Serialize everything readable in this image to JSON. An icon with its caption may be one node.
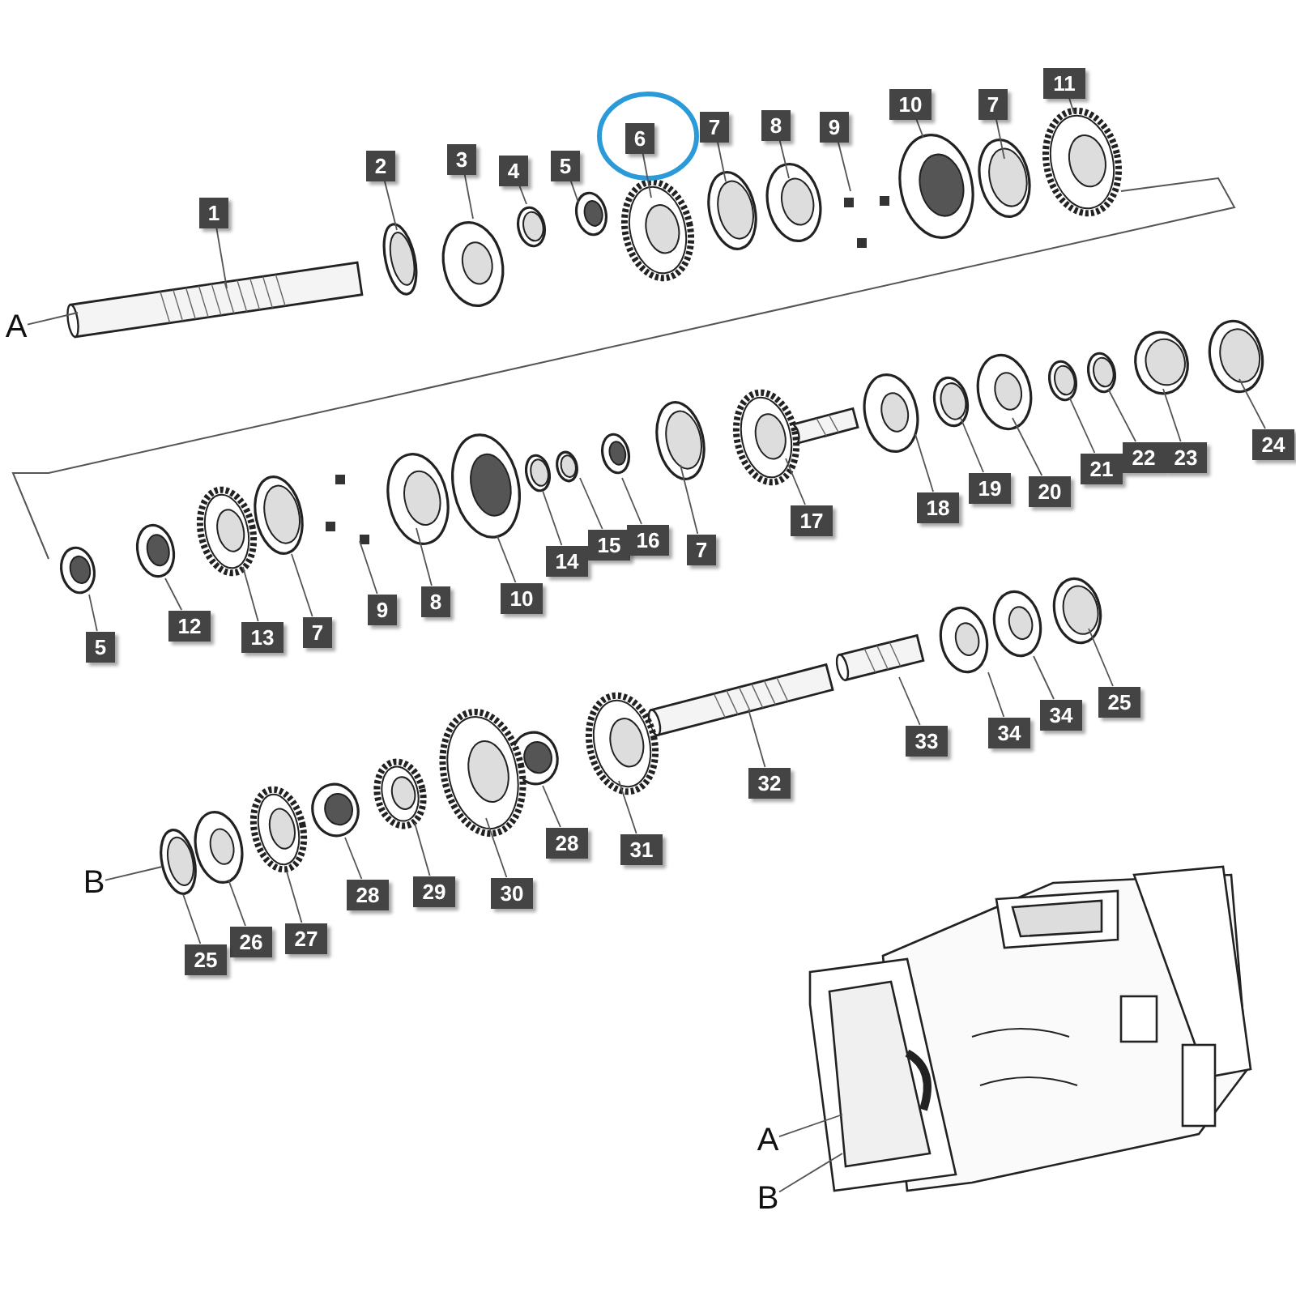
{
  "diagram": {
    "nodes": [
      {
        "text": [
          "1"
        ]
      },
      {
        "text": [
          "2"
        ]
      },
      {
        "text": [
          "3"
        ]
      },
      {
        "text": [
          "4"
        ]
      },
      {
        "text": [
          "5"
        ]
      },
      {
        "text": [
          "6"
        ]
      },
      {
        "text": [
          "7"
        ]
      },
      {
        "text": [
          "8"
        ]
      },
      {
        "text": [
          "9"
        ]
      },
      {
        "text": [
          "10"
        ]
      },
      {
        "text": [
          "7"
        ]
      },
      {
        "text": [
          "11"
        ]
      },
      {
        "text": [
          "5"
        ]
      },
      {
        "text": [
          "12"
        ]
      },
      {
        "text": [
          "13"
        ]
      },
      {
        "text": [
          "7"
        ]
      },
      {
        "text": [
          "9"
        ]
      },
      {
        "text": [
          "8"
        ]
      },
      {
        "text": [
          "10"
        ]
      },
      {
        "text": [
          "14"
        ]
      },
      {
        "text": [
          "15"
        ]
      },
      {
        "text": [
          "16"
        ]
      },
      {
        "text": [
          "7"
        ]
      },
      {
        "text": [
          "17"
        ]
      },
      {
        "text": [
          "18"
        ]
      },
      {
        "text": [
          "19"
        ]
      },
      {
        "text": [
          "20"
        ]
      },
      {
        "text": [
          "21"
        ]
      },
      {
        "text": [
          "22"
        ]
      },
      {
        "text": [
          "23"
        ]
      },
      {
        "text": [
          "24"
        ]
      },
      {
        "text": [
          "25"
        ]
      },
      {
        "text": [
          "34"
        ]
      },
      {
        "text": [
          "34"
        ]
      },
      {
        "text": [
          "33"
        ]
      },
      {
        "text": [
          "32"
        ]
      },
      {
        "text": [
          "31"
        ]
      },
      {
        "text": [
          "28"
        ]
      },
      {
        "text": [
          "30"
        ]
      },
      {
        "text": [
          "29"
        ]
      },
      {
        "text": [
          "28"
        ]
      },
      {
        "text": [
          "27"
        ]
      },
      {
        "text": [
          "26"
        ]
      },
      {
        "text": [
          "25"
        ]
      },
      {
        "text": [
          "A"
        ]
      },
      {
        "text": [
          "B"
        ]
      },
      {
        "text": [
          "A"
        ]
      },
      {
        "text": [
          "B"
        ]
      }
    ],
    "edges": [
      {
        "from": 0,
        "to": null,
        "arrow": "none"
      },
      {
        "from": 1,
        "to": null,
        "arrow": "none"
      },
      {
        "from": 2,
        "to": null,
        "arrow": "none"
      },
      {
        "from": 3,
        "to": null,
        "arrow": "none"
      },
      {
        "from": 4,
        "to": null,
        "arrow": "none"
      },
      {
        "from": 5,
        "to": null,
        "arrow": "none"
      },
      {
        "from": 6,
        "to": null,
        "arrow": "none"
      },
      {
        "from": 7,
        "to": null,
        "arrow": "none"
      },
      {
        "from": 8,
        "to": null,
        "arrow": "none"
      },
      {
        "from": 9,
        "to": null,
        "arrow": "none"
      },
      {
        "from": 10,
        "to": null,
        "arrow": "none"
      },
      {
        "from": 11,
        "to": null,
        "arrow": "none"
      },
      {
        "from": 12,
        "to": null,
        "arrow": "none"
      },
      {
        "from": 13,
        "to": null,
        "arrow": "none"
      },
      {
        "from": 14,
        "to": null,
        "arrow": "none"
      },
      {
        "from": 15,
        "to": null,
        "arrow": "none"
      },
      {
        "from": 16,
        "to": null,
        "arrow": "none"
      },
      {
        "from": 17,
        "to": null,
        "arrow": "none"
      },
      {
        "from": 18,
        "to": null,
        "arrow": "none"
      },
      {
        "from": 19,
        "to": null,
        "arrow": "none"
      },
      {
        "from": 20,
        "to": null,
        "arrow": "none"
      },
      {
        "from": 21,
        "to": null,
        "arrow": "none"
      },
      {
        "from": 22,
        "to": null,
        "arrow": "none"
      },
      {
        "from": 23,
        "to": null,
        "arrow": "none"
      },
      {
        "from": 24,
        "to": null,
        "arrow": "none"
      },
      {
        "from": 25,
        "to": null,
        "arrow": "none"
      },
      {
        "from": 26,
        "to": null,
        "arrow": "none"
      },
      {
        "from": 27,
        "to": null,
        "arrow": "none"
      },
      {
        "from": 28,
        "to": null,
        "arrow": "none"
      },
      {
        "from": 29,
        "to": null,
        "arrow": "none"
      },
      {
        "from": 30,
        "to": null,
        "arrow": "none"
      },
      {
        "from": 31,
        "to": null,
        "arrow": "none"
      },
      {
        "from": 32,
        "to": null,
        "arrow": "none"
      },
      {
        "from": 33,
        "to": null,
        "arrow": "none"
      },
      {
        "from": 34,
        "to": null,
        "arrow": "none"
      },
      {
        "from": 35,
        "to": null,
        "arrow": "none"
      },
      {
        "from": 36,
        "to": null,
        "arrow": "none"
      },
      {
        "from": 37,
        "to": null,
        "arrow": "none"
      },
      {
        "from": 38,
        "to": null,
        "arrow": "none"
      },
      {
        "from": 39,
        "to": null,
        "arrow": "none"
      },
      {
        "from": 40,
        "to": null,
        "arrow": "none"
      },
      {
        "from": 41,
        "to": null,
        "arrow": "none"
      },
      {
        "from": 42,
        "to": null,
        "arrow": "none"
      },
      {
        "from": 43,
        "to": null,
        "arrow": "none"
      },
      {
        "from": 44,
        "to": null,
        "arrow": "none"
      },
      {
        "from": 45,
        "to": null,
        "arrow": "none"
      },
      {
        "from": 46,
        "to": null,
        "arrow": "none"
      },
      {
        "from": 47,
        "to": null,
        "arrow": "none"
      }
    ]
  }
}
